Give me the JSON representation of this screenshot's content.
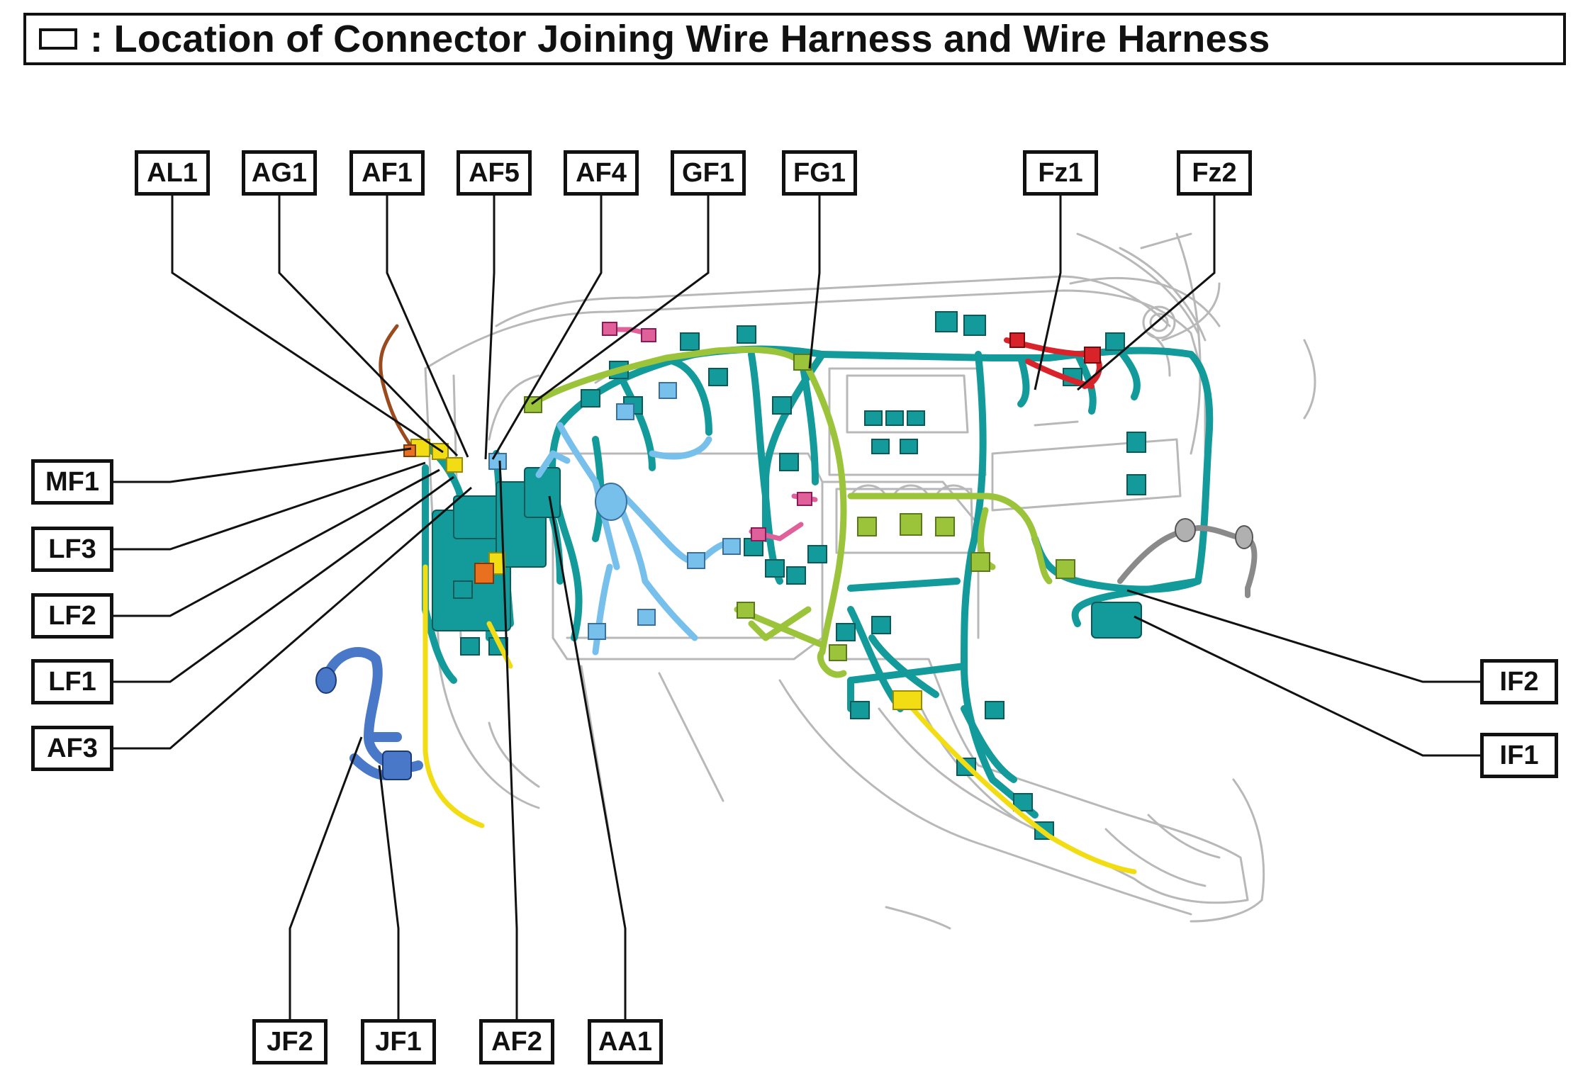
{
  "title": {
    "text": ": Location of Connector Joining Wire Harness and Wire Harness",
    "icon": "connector-box-icon"
  },
  "labels": {
    "AL1": "AL1",
    "AG1": "AG1",
    "AF1": "AF1",
    "AF5": "AF5",
    "AF4": "AF4",
    "GF1": "GF1",
    "FG1": "FG1",
    "Fz1": "Fz1",
    "Fz2": "Fz2",
    "MF1": "MF1",
    "LF3": "LF3",
    "LF2": "LF2",
    "LF1": "LF1",
    "AF3": "AF3",
    "IF2": "IF2",
    "IF1": "IF1",
    "JF2": "JF2",
    "JF1": "JF1",
    "AF2": "AF2",
    "AA1": "AA1"
  },
  "colors": {
    "outline": "#b8b8b8",
    "harness_teal": "#139a9a",
    "harness_green": "#9cc43a",
    "harness_blue": "#4a78c8",
    "harness_lightblue": "#78c0ec",
    "harness_yellow": "#f2dd14",
    "harness_red": "#d8232a",
    "harness_pink": "#e0609a",
    "harness_orange": "#e8701e",
    "harness_brown": "#9a4a1c",
    "harness_gray": "#8a8a8a",
    "leader": "#111111"
  }
}
